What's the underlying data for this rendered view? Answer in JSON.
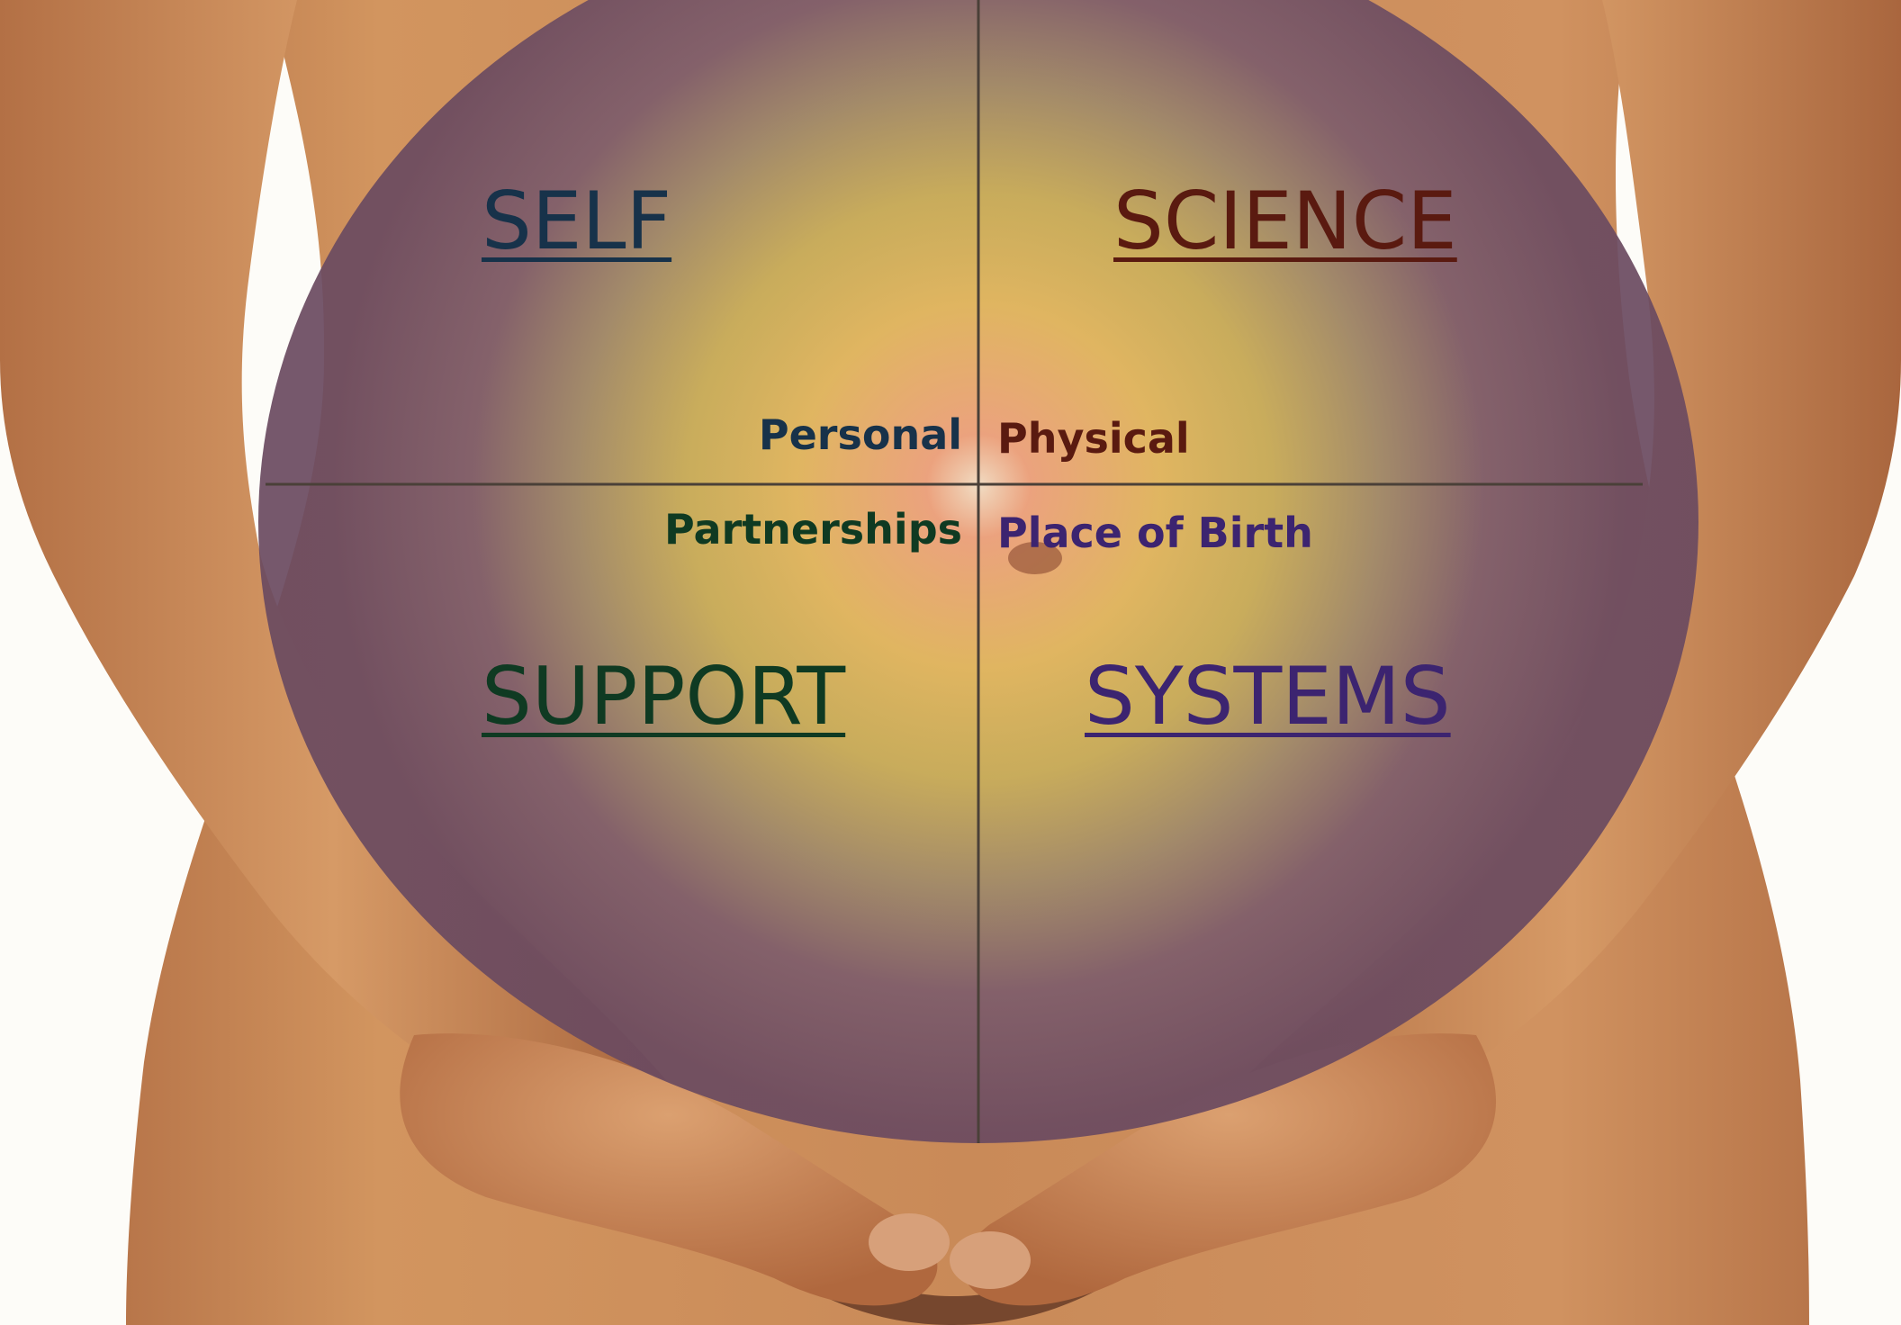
{
  "diagram": {
    "quadrants": {
      "top_left": {
        "title": "SELF",
        "subtitle": "Personal",
        "color": "#17324a"
      },
      "top_right": {
        "title": "SCIENCE",
        "subtitle": "Physical",
        "color": "#5a1a10"
      },
      "bottom_left": {
        "title": "SUPPORT",
        "subtitle": "Partnerships",
        "color": "#0f3a22"
      },
      "bottom_right": {
        "title": "SYSTEMS",
        "subtitle": "Place of Birth",
        "color": "#3c2470"
      }
    },
    "colors": {
      "background": "#fdfcf8",
      "skin": "#c98a58",
      "skin_shadow": "#8a5232",
      "overlay_outer": "#6e5068",
      "overlay_mid": "#e2be62",
      "overlay_center": "#f2a07e",
      "divider": "#4a4038"
    }
  }
}
